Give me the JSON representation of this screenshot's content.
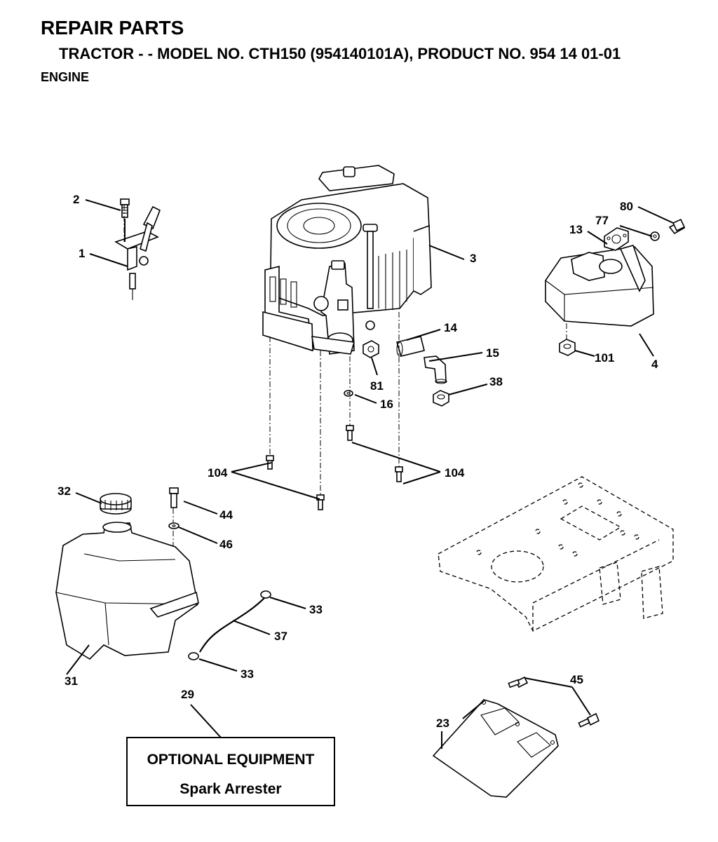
{
  "header": {
    "title": "REPAIR PARTS",
    "subtitle": "TRACTOR - - MODEL NO. CTH150 (954140101A), PRODUCT NO. 954 14 01-01",
    "section": "ENGINE"
  },
  "callouts": {
    "c1": "1",
    "c2": "2",
    "c3": "3",
    "c4": "4",
    "c13": "13",
    "c14": "14",
    "c15": "15",
    "c16": "16",
    "c23": "23",
    "c29": "29",
    "c31": "31",
    "c32": "32",
    "c33a": "33",
    "c33b": "33",
    "c37": "37",
    "c38": "38",
    "c44": "44",
    "c45": "45",
    "c46": "46",
    "c77": "77",
    "c80": "80",
    "c81": "81",
    "c101": "101",
    "c104a": "104",
    "c104b": "104"
  },
  "optional_box": {
    "line1": "OPTIONAL EQUIPMENT",
    "line2": "Spark Arrester"
  }
}
